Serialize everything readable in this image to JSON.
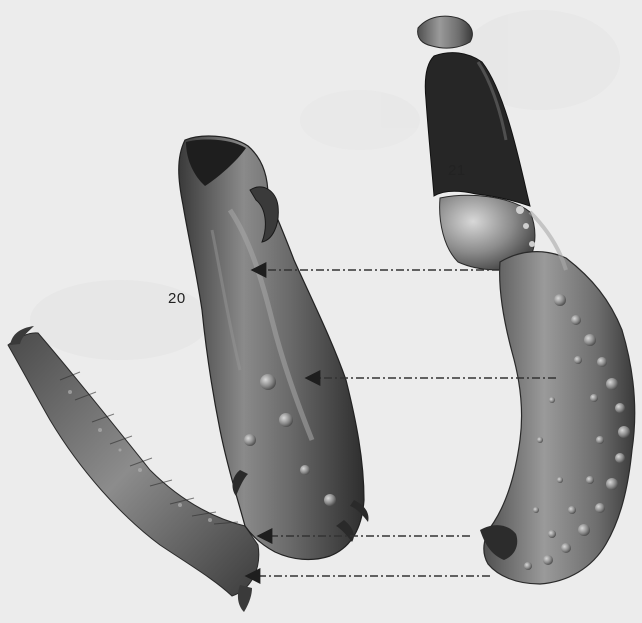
{
  "figure": {
    "labels": {
      "left_specimen": "20",
      "right_specimen": "21"
    },
    "correspondence_arrows": 4,
    "colors": {
      "background": "#ececec",
      "specimen_base": "#6f6f6f",
      "specimen_dark": "#2b2b2b",
      "specimen_light": "#bdbdbd",
      "arrow": "#333333"
    }
  }
}
